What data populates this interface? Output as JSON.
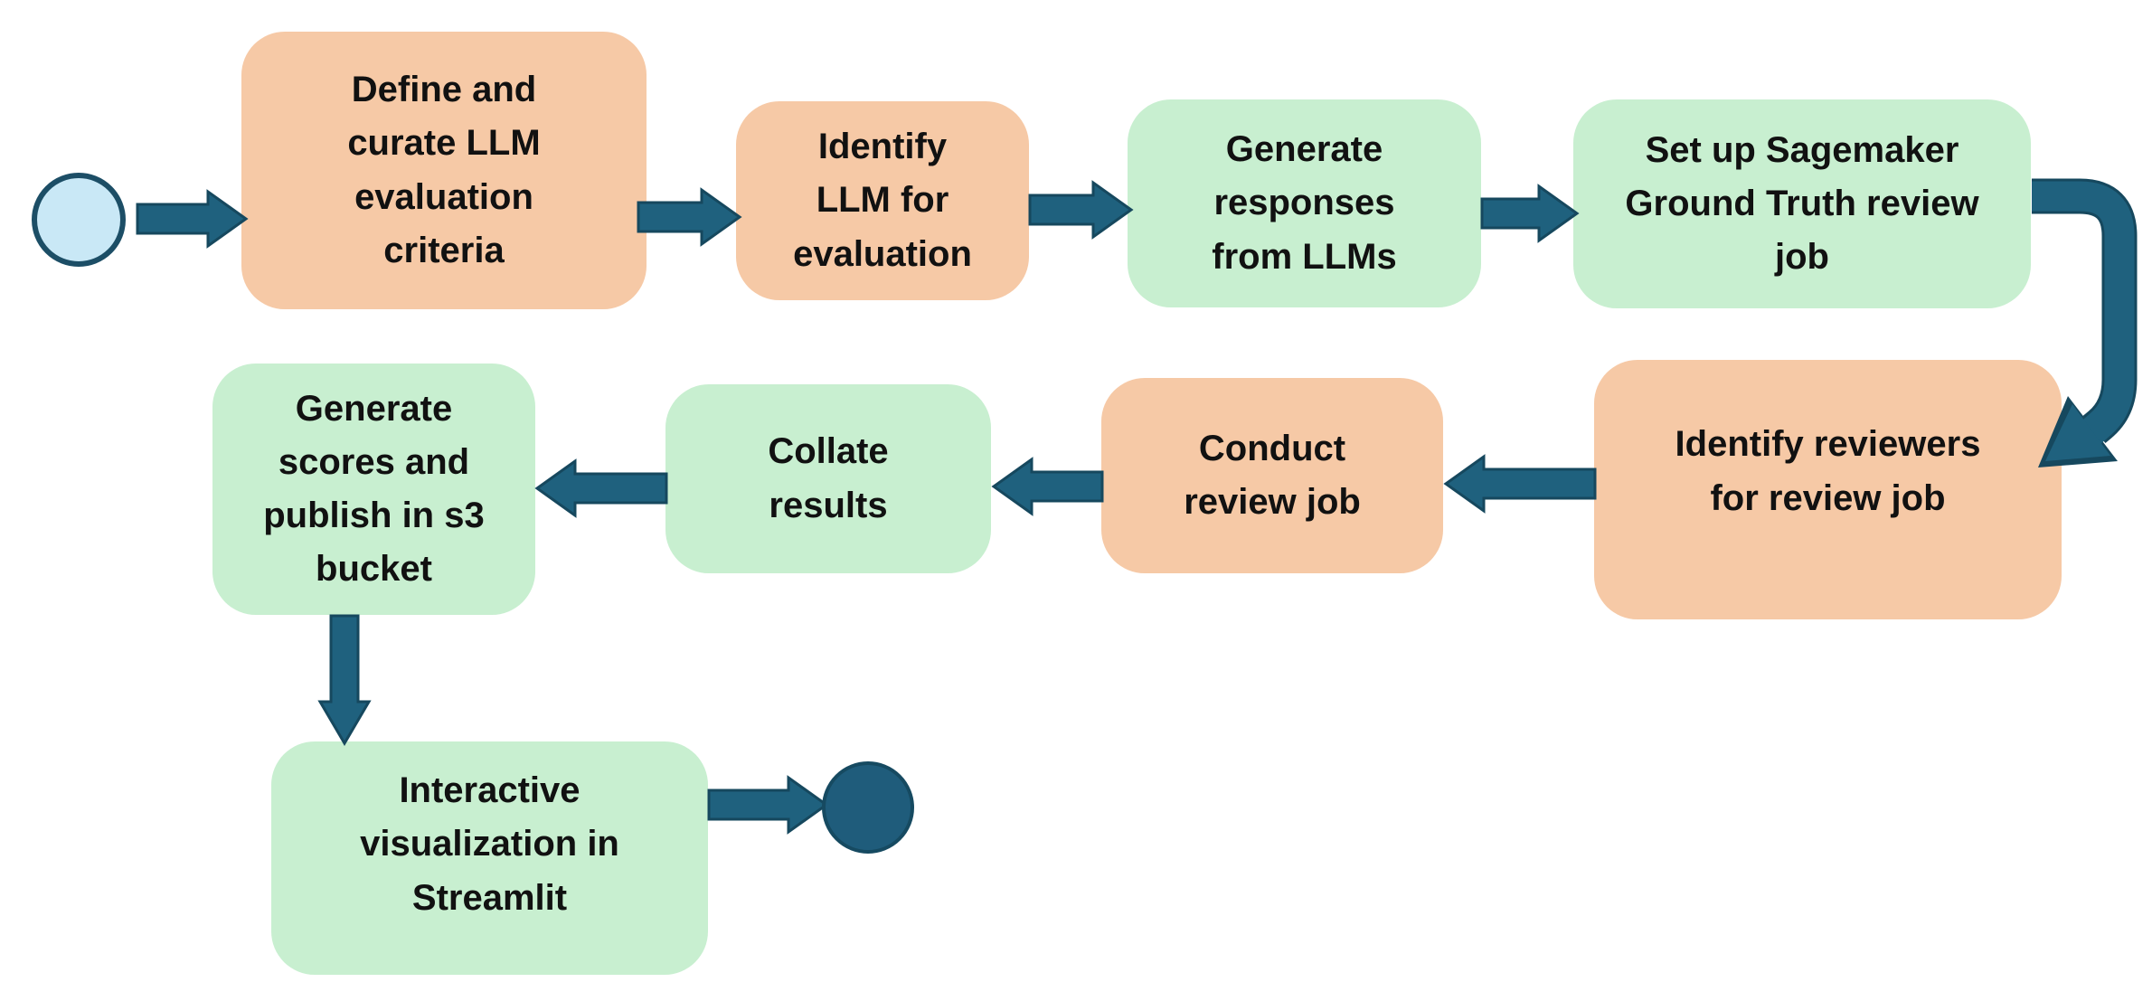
{
  "diagram": {
    "type": "flowchart",
    "background": "#FFFFFF",
    "colors": {
      "peach": "#F6C9A6",
      "mint": "#C8EFD0",
      "teal": "#1F617E",
      "tealDark": "#16485E",
      "startFill": "#C9E8F6",
      "startStroke": "#1C4E66",
      "endFill": "#1F5C7B",
      "endStroke": "#164A61",
      "text": "#111111"
    },
    "start": {
      "name": "start",
      "shape": "circle"
    },
    "end": {
      "name": "end",
      "shape": "circle"
    },
    "steps": [
      {
        "id": 1,
        "label": "Define and\ncurate LLM\nevaluation\ncriteria",
        "fill": "peach"
      },
      {
        "id": 2,
        "label": "Identify\nLLM for\nevaluation",
        "fill": "peach"
      },
      {
        "id": 3,
        "label": "Generate\nresponses\nfrom LLMs",
        "fill": "mint"
      },
      {
        "id": 4,
        "label": "Set up Sagemaker\nGround Truth review\njob",
        "fill": "mint"
      },
      {
        "id": 5,
        "label": "Identify reviewers\nfor review job",
        "fill": "peach"
      },
      {
        "id": 6,
        "label": "Conduct\nreview job",
        "fill": "peach"
      },
      {
        "id": 7,
        "label": "Collate\nresults",
        "fill": "mint"
      },
      {
        "id": 8,
        "label": "Generate\nscores and\npublish in s3\nbucket",
        "fill": "mint"
      },
      {
        "id": 9,
        "label": "Interactive\nvisualization in\nStreamlit",
        "fill": "mint"
      }
    ]
  }
}
